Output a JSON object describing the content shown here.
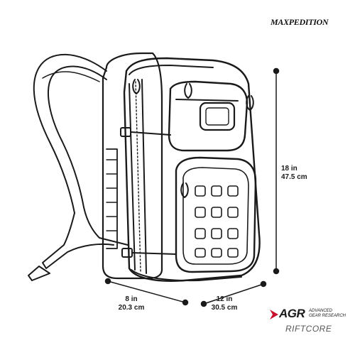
{
  "brand": {
    "name": "MAXPEDITION"
  },
  "dimensions": {
    "height": {
      "imperial": "18 in",
      "metric": "47.5 cm"
    },
    "width": {
      "imperial": "8 in",
      "metric": "20.3 cm"
    },
    "depth": {
      "imperial": "12 in",
      "metric": "30.5 cm"
    }
  },
  "logo": {
    "mark": "AGR",
    "tagline_1": "ADVANCED",
    "tagline_2": "GEAR RESEARCH",
    "product": "RIFTCORE",
    "accent_color": "#c8102e"
  },
  "icons": [
    "backpack-illustration",
    "dimension-arrow-vertical",
    "dimension-arrow-left",
    "dimension-arrow-right"
  ]
}
